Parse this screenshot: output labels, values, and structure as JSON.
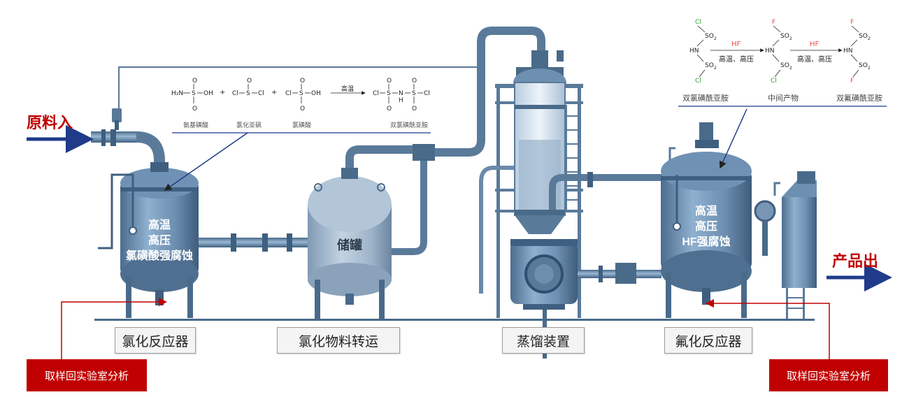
{
  "inputs": {
    "feed_in": "原料入",
    "product_out": "产品出"
  },
  "vessels": {
    "chlorination_reactor": {
      "line1": "高温",
      "line2": "高压",
      "line3": "氯磺酸强腐蚀"
    },
    "storage_tank": {
      "label": "储罐"
    },
    "fluorination_reactor": {
      "line1": "高温",
      "line2": "高压",
      "line3": "HF强腐蚀"
    }
  },
  "stages": [
    "氯化反应器",
    "氯化物料转运",
    "蒸馏装置",
    "氟化反应器"
  ],
  "sampling": {
    "left": "取样回实验室分析",
    "right": "取样回实验室分析"
  },
  "chem_left": {
    "plus": "+",
    "condition": "高温",
    "names": [
      "氨基磺酸",
      "氯化亚砜",
      "氯磺酸",
      "双氯磺酰亚胺"
    ]
  },
  "chem_right": {
    "reagent1": "HF",
    "condition1": "高温、高压",
    "reagent2": "HF",
    "condition2": "高温、高压",
    "names": [
      "双氯磺酰亚胺",
      "中间产物",
      "双氟磺酰亚胺"
    ]
  },
  "colors": {
    "steel": "#6d8fb0",
    "steel_dark": "#3f5f80",
    "red": "#c00000",
    "navy_arrow": "#1f3b8a",
    "cl_green": "#2ca02c",
    "f_red": "#e8524a"
  }
}
